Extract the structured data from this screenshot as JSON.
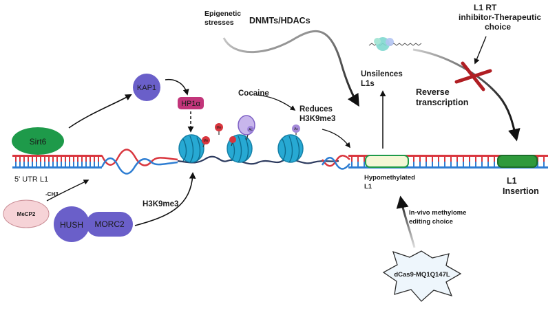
{
  "labels": {
    "epigenetic_l1": "Epigenetic",
    "epigenetic_l2": "stresses",
    "dnmts": "DNMTs/HDACs",
    "rt_l1": "L1 RT",
    "rt_l2": "inhibitor-Therapeutic",
    "rt_l3": "choice",
    "unsil_l1": "Unsilences",
    "unsil_l2": "L1s",
    "reverse_l1": "Reverse",
    "reverse_l2": "transcription",
    "kap1": "KAP1",
    "hp1a": "HP1α",
    "cocaine": "Cocaine",
    "reduces_l1": "Reduces",
    "reduces_l2": "H3K9me3",
    "sirt6": "Sirt6",
    "utr": "5' UTR  L1",
    "ch3": "-CH3",
    "mecp2": "MeCP2",
    "hush": "HUSH",
    "morc2": "MORC2",
    "h3k9me3": "H3K9me3",
    "hypo_l1": "Hypomethylated",
    "hypo_l2": "L1",
    "l1_ins_l1": "L1",
    "l1_ins_l2": "Insertion",
    "invivo_l1": "In-vivo methylome",
    "invivo_l2": "editing choice",
    "dcas9": "dCas9-MQ1Q147L",
    "me": "Me",
    "ac": "Ac"
  },
  "colors": {
    "dna_red": "#d9363e",
    "dna_blue": "#2d7dd2",
    "nucleosome": "#27a9d3",
    "protein_purple": "#6a5fc9",
    "sirt6_green": "#1e9a4a",
    "hp1_magenta": "#c2357a",
    "mecp2_pink": "#f6d3d7",
    "block_red": "#b01e23"
  }
}
